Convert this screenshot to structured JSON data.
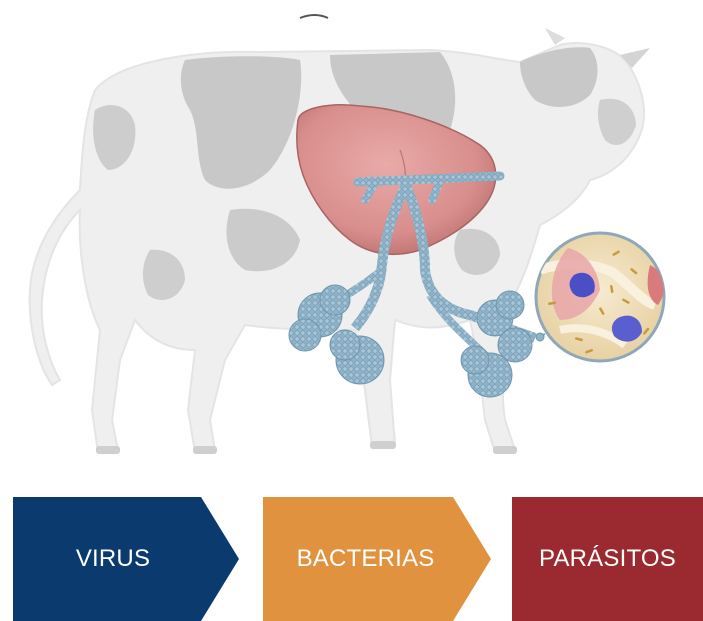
{
  "steps": [
    {
      "label": "VIRUS",
      "color": "#0b3a6e"
    },
    {
      "label": "BACTERIAS",
      "color": "#e0923f"
    },
    {
      "label": "PARÁSITOS",
      "color": "#9a2a30"
    }
  ],
  "illustration": {
    "subject": "cow",
    "organs": [
      "lung",
      "trachea-bronchi",
      "alveoli"
    ],
    "inset": "microscopic-alveolus-view",
    "colors": {
      "cow_body": "#efefef",
      "cow_patches": "#c8c8c8",
      "lung": "#d88e8c",
      "airways": "#8fb3c9",
      "inset_bg": "#f0dfb8"
    }
  }
}
